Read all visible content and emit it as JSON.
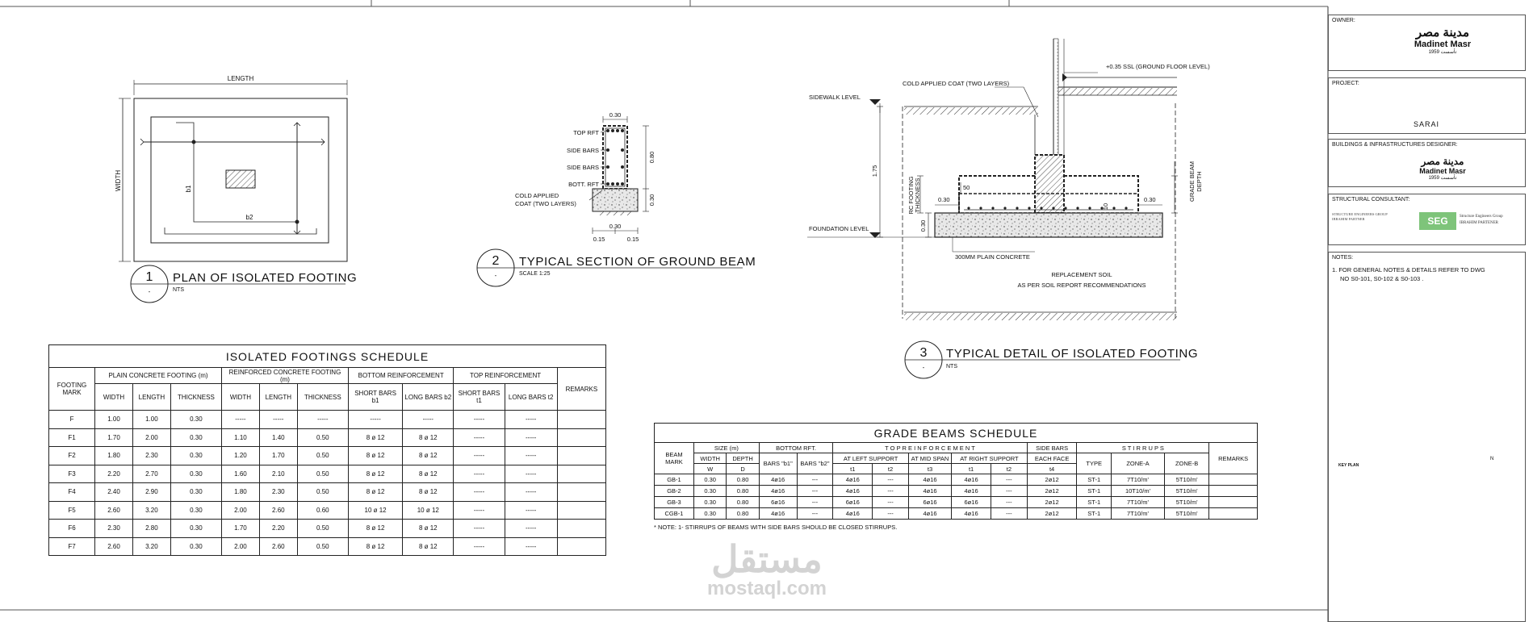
{
  "plan_isolated": {
    "number": "1",
    "title": "PLAN OF ISOLATED FOOTING",
    "scale": "NTS",
    "length_label": "LENGTH",
    "width_label": "WIDTH",
    "b1_label": "b1",
    "b2_label": "b2"
  },
  "ground_beam_section": {
    "number": "2",
    "title": "TYPICAL SECTION OF GROUND BEAM",
    "scale": "SCALE 1:25",
    "top_rft": "TOP RFT",
    "side_bars_1": "SIDE BARS",
    "side_bars_2": "SIDE BARS",
    "bott_rft": "BOTT. RFT",
    "coat_1": "COLD APPLIED",
    "coat_2": "COAT (TWO LAYERS)",
    "dim_top": "0.30",
    "dim_height": "0.80",
    "dim_pad": "0.30",
    "dim_bottom": "0.30",
    "dim_left": "0.15",
    "dim_right": "0.15"
  },
  "footing_detail": {
    "number": "3",
    "title": "TYPICAL DETAIL OF ISOLATED FOOTING",
    "scale": "NTS",
    "ssl": "+0.35 SSL (GROUND FLOOR LEVEL)",
    "coat": "COLD APPLIED COAT (TWO LAYERS)",
    "sidewalk": "SIDEWALK LEVEL",
    "foundation": "FOUNDATION LEVEL",
    "dim_175": "1.75",
    "rc_thk_1": "RC FOOTING",
    "rc_thk_2": "THICKNESS",
    "dim_50": "50",
    "dim_030_l": "0.30",
    "dim_030_r": "0.30",
    "dim_030_v": "0.30",
    "dim_10": "10",
    "grade_beam_1": "GRADE BEAM",
    "grade_beam_2": "DEPTH",
    "plain_conc": "300MM PLAIN CONCRETE",
    "repl_1": "REPLACEMENT SOIL",
    "repl_2": "AS PER SOIL REPORT RECOMMENDATIONS"
  },
  "footings_schedule": {
    "title": "ISOLATED FOOTINGS SCHEDULE",
    "h_mark": "FOOTING MARK",
    "h_plain": "PLAIN CONCRETE FOOTING (m)",
    "h_rc": "REINFORCED CONCRETE FOOTING (m)",
    "h_bottom": "BOTTOM REINFORCEMENT",
    "h_top": "TOP REINFORCEMENT",
    "h_remarks": "REMARKS",
    "h_width": "WIDTH",
    "h_length": "LENGTH",
    "h_thickness": "THICKNESS",
    "h_width2": "WIDTH",
    "h_length2": "LENGTH",
    "h_thickness2": "THICKNESS",
    "h_short_b1": "SHORT BARS b1",
    "h_long_b2": "LONG BARS b2",
    "h_short_t1": "SHORT BARS t1",
    "h_long_t2": "LONG BARS t2",
    "rows": [
      [
        "F",
        "1.00",
        "1.00",
        "0.30",
        "-----",
        "-----",
        "-----",
        "-----",
        "-----",
        "-----",
        "-----",
        ""
      ],
      [
        "F1",
        "1.70",
        "2.00",
        "0.30",
        "1.10",
        "1.40",
        "0.50",
        "8 ø 12",
        "8 ø 12",
        "-----",
        "-----",
        ""
      ],
      [
        "F2",
        "1.80",
        "2.30",
        "0.30",
        "1.20",
        "1.70",
        "0.50",
        "8 ø 12",
        "8 ø 12",
        "-----",
        "-----",
        ""
      ],
      [
        "F3",
        "2.20",
        "2.70",
        "0.30",
        "1.60",
        "2.10",
        "0.50",
        "8 ø 12",
        "8 ø 12",
        "-----",
        "-----",
        ""
      ],
      [
        "F4",
        "2.40",
        "2.90",
        "0.30",
        "1.80",
        "2.30",
        "0.50",
        "8 ø 12",
        "8 ø 12",
        "-----",
        "-----",
        ""
      ],
      [
        "F5",
        "2.60",
        "3.20",
        "0.30",
        "2.00",
        "2.60",
        "0.60",
        "10 ø 12",
        "10 ø 12",
        "-----",
        "-----",
        ""
      ],
      [
        "F6",
        "2.30",
        "2.80",
        "0.30",
        "1.70",
        "2.20",
        "0.50",
        "8 ø 12",
        "8 ø 12",
        "-----",
        "-----",
        ""
      ],
      [
        "F7",
        "2.60",
        "3.20",
        "0.30",
        "2.00",
        "2.60",
        "0.50",
        "8 ø 12",
        "8 ø 12",
        "-----",
        "-----",
        ""
      ]
    ]
  },
  "beams_schedule": {
    "title": "GRADE BEAMS SCHEDULE",
    "h_mark": "BEAM MARK",
    "h_size": "SIZE (m)",
    "h_bottom": "BOTTOM RFT.",
    "h_top": "T O P   R E I N F O R C E M E N T",
    "h_side": "SIDE BARS",
    "h_stirrups": "S T I R R U P S",
    "h_remarks": "REMARKS",
    "h_width": "WIDTH",
    "h_depth": "DEPTH",
    "h_b1": "BARS \"b1\"",
    "h_b2": "BARS \"b2\"",
    "h_left": "AT LEFT SUPPORT",
    "h_mid": "AT MID SPAN",
    "h_right": "AT RIGHT SUPPORT",
    "h_each": "EACH FACE",
    "h_type": "TYPE",
    "h_za": "ZONE-A",
    "h_zb": "ZONE-B",
    "s_w": "W",
    "s_d": "D",
    "s_t1": "t1",
    "s_t2": "t2",
    "s_t3": "t3",
    "s_t1b": "t1",
    "s_t2b": "t2",
    "s_t4": "t4",
    "rows": [
      [
        "GB-1",
        "0.30",
        "0.80",
        "4ø16",
        "---",
        "4ø16",
        "---",
        "4ø16",
        "4ø16",
        "---",
        "2ø12",
        "ST-1",
        "7T10/m'",
        "5T10/m'",
        ""
      ],
      [
        "GB-2",
        "0.30",
        "0.80",
        "4ø16",
        "---",
        "4ø16",
        "---",
        "4ø16",
        "4ø16",
        "---",
        "2ø12",
        "ST-1",
        "10T10/m'",
        "5T10/m'",
        ""
      ],
      [
        "GB-3",
        "0.30",
        "0.80",
        "6ø16",
        "---",
        "6ø16",
        "---",
        "6ø16",
        "6ø16",
        "---",
        "2ø12",
        "ST-1",
        "7T10/m'",
        "5T10/m'",
        ""
      ],
      [
        "CGB-1",
        "0.30",
        "0.80",
        "4ø16",
        "---",
        "4ø16",
        "---",
        "4ø16",
        "4ø16",
        "---",
        "2ø12",
        "ST-1",
        "7T10/m'",
        "5T10/m'",
        ""
      ]
    ],
    "note": "* NOTE: 1- STIRRUPS OF BEAMS WITH SIDE BARS SHOULD BE CLOSED STIRRUPS."
  },
  "title_block": {
    "owner_label": "OWNER:",
    "owner_ar": "مدينة مصر",
    "owner_en": "Madinet Masr",
    "owner_sub": "تأسست 1959",
    "project_label": "PROJECT:",
    "project_name": "SARAI",
    "designer_label": "BUILDINGS & INFRASTRUCTURES DESIGNER:",
    "designer_ar": "مدينة مصر",
    "designer_en": "Madinet Masr",
    "designer_sub": "تأسست 1959",
    "consultant_label": "STRUCTURAL CONSULTANT:",
    "consultant_name": "STRUCTURE ENGINEERS GROUP",
    "consultant_partner": "IBRAHIM PARTNER",
    "seg": "SEG",
    "seg_name": "Structure Engineers Group",
    "seg_partner": "IBRAHIM PARTENER",
    "notes_label": "NOTES:",
    "note_1": "1. FOR GENERAL NOTES & DETAILS REFER TO DWG",
    "note_2": "NO S0-101, S0-102 & S0-103 .",
    "key_plan": "KEY PLAN",
    "north": "N"
  },
  "watermark": {
    "ar": "مستقل",
    "en": "mostaql.com"
  }
}
